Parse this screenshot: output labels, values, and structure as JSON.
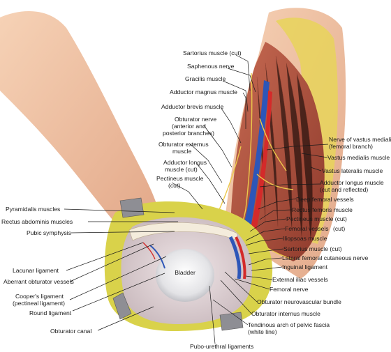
{
  "figure": {
    "organ_label": "Bladder",
    "labels": {
      "sartorius_cut_top": "Sartorius muscle (cut)",
      "saphenous_nerve": "Saphenous nerve",
      "gracilis": "Gracilis muscle",
      "adductor_magnus": "Adductor magnus muscle",
      "adductor_brevis": "Adductor brevis muscle",
      "obturator_nerve": [
        "Obturator nerve",
        "(anterior and",
        "posterior branches)"
      ],
      "obturator_externus": [
        "Obturator externus",
        "muscle"
      ],
      "adductor_longus_cut": [
        "Adductor longus",
        "muscle (cut)"
      ],
      "pectineus_cut_left": [
        "Pectineus muscle",
        "(cut)"
      ],
      "pyramidalis": "Pyramidalis muscles",
      "rectus_abdominis": "Rectus abdominis muscles",
      "pubic_symphysis": "Pubic symphysis",
      "lacunar": "Lacunar ligament",
      "aberrant_obturator": "Aberrant obturator vessels",
      "coopers": [
        "Cooper's ligament",
        "(pectineal ligament)"
      ],
      "round_ligament": "Round ligament",
      "obturator_canal": "Obturator canal",
      "pubo_urethral": "Pubo-urethral ligaments",
      "nerve_vastus_medialis": [
        "Nerve of vastus medialis",
        "(femoral branch)"
      ],
      "vastus_medialis": "Vastus medialis muscle",
      "vastus_lateralis": "Vastus lateralis muscle",
      "adductor_longus_reflected": [
        "Adductor longus muscle",
        "(cut and reflected)"
      ],
      "deep_femoral": "Deep femoral vessels",
      "rectus_femoris": "Rectus femoris muscle",
      "pectineus_cut_right": "Pectineus muscle (cut)",
      "femoral_vessels": "Femoral vessels",
      "femoral_vessels_cut": "(cut)",
      "iliopsoas": "Iliopsoas muscle",
      "sartorius_cut_right": "Sartorius muscle (cut)",
      "lateral_femoral_cutaneous": "Lateral femoral cutaneous nerve",
      "inguinal_ligament": "Inguinal ligament",
      "external_iliac": "External iliac vessels",
      "femoral_nerve": "Femoral nerve",
      "obturator_neurovascular": "Obturator neurovascular bundle",
      "obturator_internus": "Obturator internus muscle",
      "tendinous_arch": [
        "Tendinous arch of pelvic fascia",
        "(white line)"
      ]
    }
  },
  "colors": {
    "skin": "#f2c6a4",
    "muscle": "#b85a45",
    "fat": "#d9d24a",
    "artery": "#d42a2a",
    "vein": "#2d56b8",
    "nerve": "#e8c84a"
  }
}
